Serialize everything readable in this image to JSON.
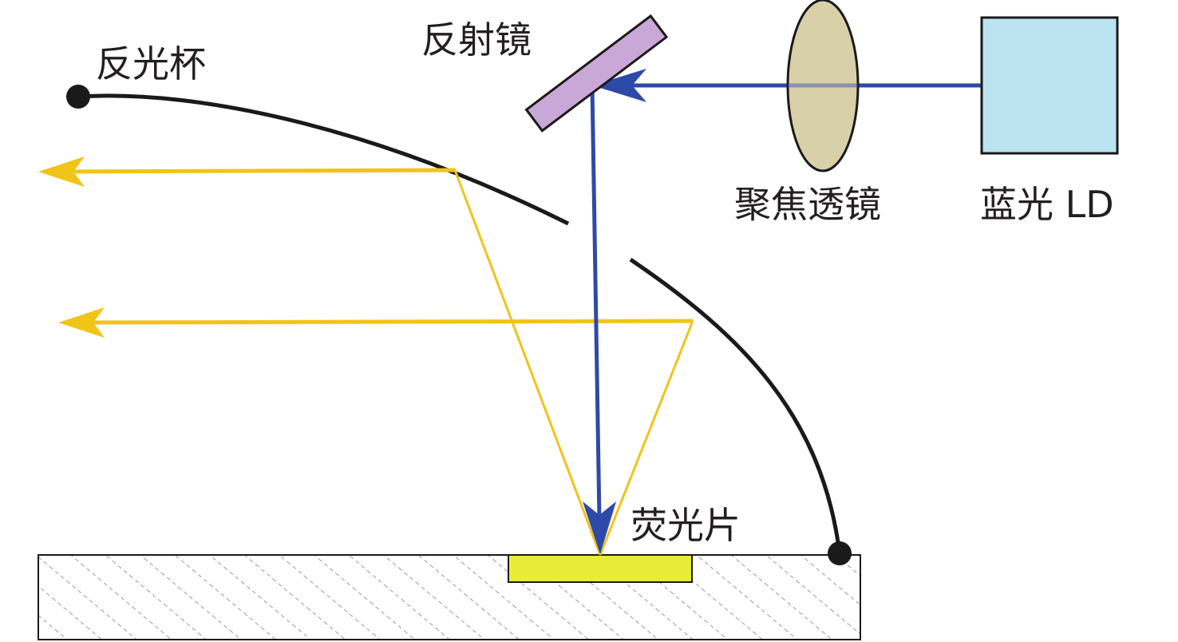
{
  "labels": {
    "reflector_cup": "反光杯",
    "mirror": "反射镜",
    "focusing_lens": "聚焦透镜",
    "blue_ld": "蓝光 LD",
    "phosphor": "荧光片"
  },
  "colors": {
    "blue_beam": "#2e4aa8",
    "yellow_light": "#f0c419",
    "mirror_fill": "#c9a8d8",
    "lens_fill": "#d8d0a8",
    "ld_fill": "#bce4f0",
    "phosphor_fill": "#e8ec36",
    "cup_stroke": "#1a1a1a",
    "hatch": "#9a9a9a"
  }
}
